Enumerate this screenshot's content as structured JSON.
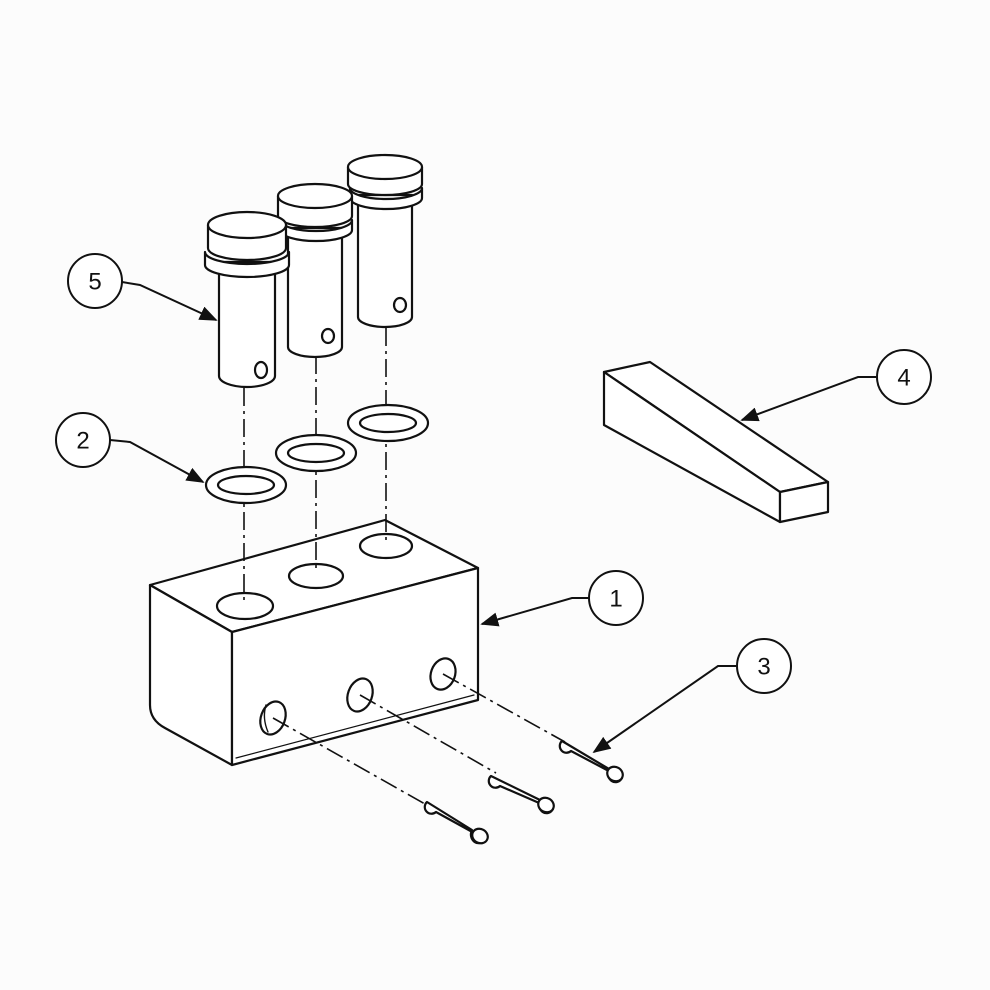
{
  "callouts": {
    "c1": "1",
    "c2": "2",
    "c3": "3",
    "c4": "4",
    "c5": "5"
  },
  "parts": [
    "block",
    "o-ring",
    "pin",
    "wedge",
    "plunger"
  ]
}
